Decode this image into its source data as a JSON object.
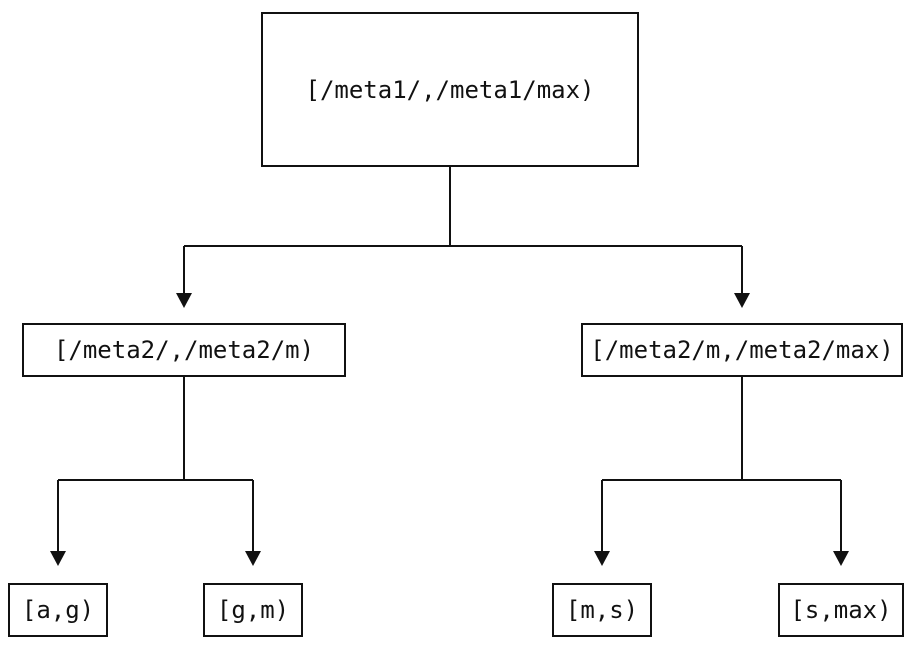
{
  "diagram": {
    "type": "tree",
    "background_color": "#ffffff",
    "line_color": "#111111",
    "text_color": "#111111",
    "nodes": {
      "root": {
        "label": "[/meta1/,/meta1/max)"
      },
      "left": {
        "label": "[/meta2/,/meta2/m)"
      },
      "right": {
        "label": "[/meta2/m,/meta2/max)"
      },
      "leaf_ag": {
        "label": "[a,g)"
      },
      "leaf_gm": {
        "label": "[g,m)"
      },
      "leaf_ms": {
        "label": "[m,s)"
      },
      "leaf_smax": {
        "label": "[s,max)"
      }
    },
    "edges": [
      {
        "from": "root",
        "to": "left"
      },
      {
        "from": "root",
        "to": "right"
      },
      {
        "from": "left",
        "to": "leaf_ag"
      },
      {
        "from": "left",
        "to": "leaf_gm"
      },
      {
        "from": "right",
        "to": "leaf_ms"
      },
      {
        "from": "right",
        "to": "leaf_smax"
      }
    ]
  }
}
